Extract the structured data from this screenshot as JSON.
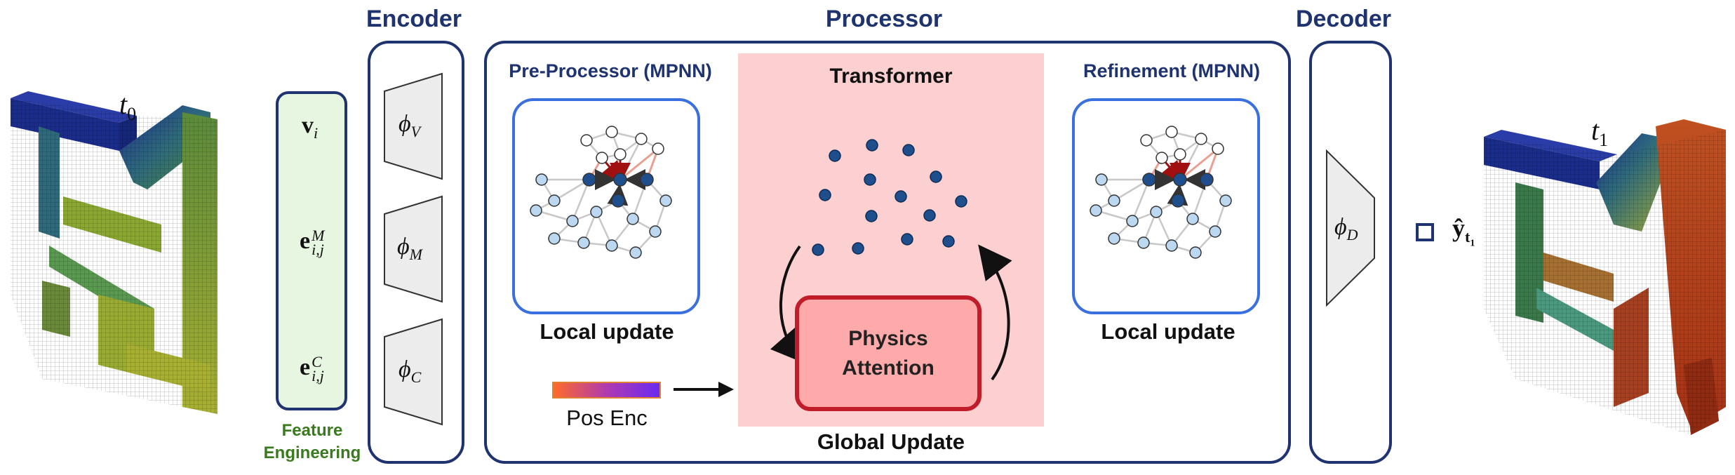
{
  "headers": {
    "encoder": "Encoder",
    "processor": "Processor",
    "decoder": "Decoder"
  },
  "time_labels": {
    "t0_base": "t",
    "t0_sub": "0",
    "t1_base": "t",
    "t1_sub": "1"
  },
  "features": {
    "v_base": "v",
    "v_sub": "i",
    "em_base": "e",
    "em_sup": "M",
    "em_sub": "i,j",
    "ec_base": "e",
    "ec_sup": "C",
    "ec_sub": "i,j",
    "caption_line1": "Feature",
    "caption_line2": "Engineering"
  },
  "encoder_functions": {
    "base": "ϕ",
    "v_sub": "V",
    "m_sub": "M",
    "c_sub": "C"
  },
  "processor": {
    "preprocessor_title": "Pre-Processor (MPNN)",
    "transformer_title": "Transformer",
    "refinement_title": "Refinement (MPNN)",
    "local_update_left": "Local update",
    "local_update_right": "Local update",
    "global_update": "Global Update",
    "physics_attention_line1": "Physics",
    "physics_attention_line2": "Attention",
    "pos_enc": "Pos Enc"
  },
  "decoder": {
    "phi_base": "ϕ",
    "phi_sub": "D"
  },
  "output": {
    "y_hat": "ŷ",
    "sub": "t",
    "subsub": "1"
  },
  "colors": {
    "navy": "#1e3370",
    "feature_fill": "#e6f6e0",
    "feature_caption": "#3a7a1e",
    "transformer_bg": "#fcd0d0",
    "attention_fill": "#ffaaaa",
    "attention_border": "#c01c2a",
    "graph_box_border": "#3a6fe0",
    "node_light": "#bcd8f0",
    "node_white": "#ffffff",
    "node_dark": "#1e4f8c",
    "edge_red": "#a01010",
    "pos_enc_start": "#ff6a2a",
    "pos_enc_end": "#6a2af0",
    "mesh_blue": "#1a2c8c",
    "mesh_green": "#4a8a3a",
    "mesh_yellow": "#a8b030",
    "mesh_red": "#a83214"
  }
}
